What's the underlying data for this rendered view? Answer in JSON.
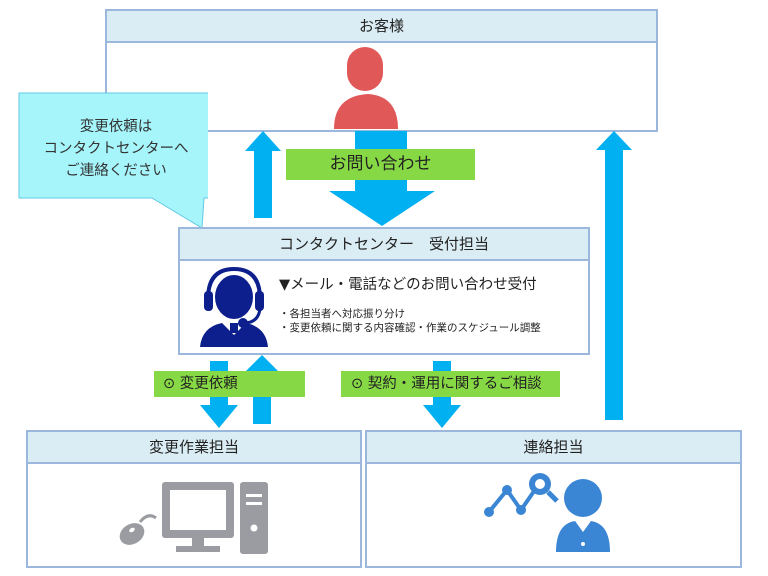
{
  "customer": {
    "title": "お客様",
    "icon": "person-icon",
    "color": "#e05858"
  },
  "callout": {
    "lines": [
      "変更依頼は",
      "コンタクトセンターへ",
      "ご連絡ください"
    ],
    "bg_color": "#a6f5fb"
  },
  "inquiry_label": "お問い合わせ",
  "contact_center": {
    "title": "コンタクトセンター　受付担当",
    "icon": "headset-operator-icon",
    "heading": "▼メール・電話などのお問い合わせ受付",
    "bullets": [
      "・各担当者へ対応振り分け",
      "・変更依頼に関する内容確認・作業のスケジュール調整"
    ],
    "icon_color": "#0d1f8c"
  },
  "flows": {
    "change_request": "⊙ 変更依頼",
    "contract_consult": "⊙ 契約・運用に関するご相談"
  },
  "change_team": {
    "title": "変更作業担当",
    "icon": "computer-icon",
    "icon_color": "#9a9ca1"
  },
  "contact_team": {
    "title": "連絡担当",
    "icon": "analyst-icon",
    "icon_color": "#3b86d4"
  },
  "colors": {
    "arrow": "#00b0f0",
    "label_bg": "#86d944",
    "border": "#9bb7db",
    "header_bg": "#dbedf4"
  }
}
